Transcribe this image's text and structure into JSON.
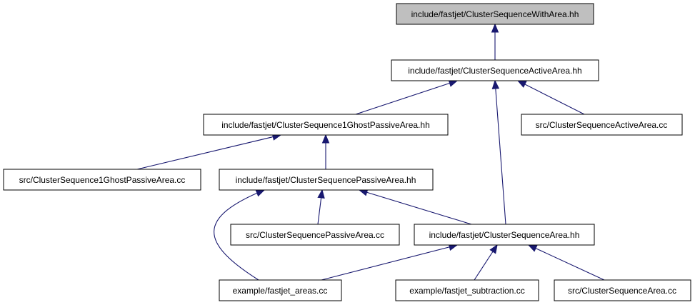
{
  "colors": {
    "edge": "#191970",
    "root_fill": "#bfbfbf",
    "node_fill": "#ffffff",
    "border": "#000000"
  },
  "nodes": [
    {
      "id": "with_area",
      "label": "include/fastjet/ClusterSequenceWithArea.hh",
      "highlighted": true
    },
    {
      "id": "active_area_hh",
      "label": "include/fastjet/ClusterSequenceActiveArea.hh"
    },
    {
      "id": "ghost_passive_hh",
      "label": "include/fastjet/ClusterSequence1GhostPassiveArea.hh"
    },
    {
      "id": "active_area_cc",
      "label": "src/ClusterSequenceActiveArea.cc"
    },
    {
      "id": "ghost_passive_cc",
      "label": "src/ClusterSequence1GhostPassiveArea.cc"
    },
    {
      "id": "passive_hh",
      "label": "include/fastjet/ClusterSequencePassiveArea.hh"
    },
    {
      "id": "passive_cc",
      "label": "src/ClusterSequencePassiveArea.cc"
    },
    {
      "id": "area_hh",
      "label": "include/fastjet/ClusterSequenceArea.hh"
    },
    {
      "id": "fastjet_areas",
      "label": "example/fastjet_areas.cc"
    },
    {
      "id": "fastjet_subtraction",
      "label": "example/fastjet_subtraction.cc"
    },
    {
      "id": "area_cc",
      "label": "src/ClusterSequenceArea.cc"
    }
  ],
  "edges": [
    {
      "from": "active_area_hh",
      "to": "with_area"
    },
    {
      "from": "ghost_passive_hh",
      "to": "active_area_hh"
    },
    {
      "from": "area_hh",
      "to": "active_area_hh"
    },
    {
      "from": "active_area_cc",
      "to": "active_area_hh"
    },
    {
      "from": "ghost_passive_cc",
      "to": "ghost_passive_hh"
    },
    {
      "from": "passive_hh",
      "to": "ghost_passive_hh"
    },
    {
      "from": "fastjet_areas",
      "to": "passive_hh"
    },
    {
      "from": "passive_cc",
      "to": "passive_hh"
    },
    {
      "from": "area_hh",
      "to": "passive_hh"
    },
    {
      "from": "fastjet_areas",
      "to": "area_hh"
    },
    {
      "from": "fastjet_subtraction",
      "to": "area_hh"
    },
    {
      "from": "area_cc",
      "to": "area_hh"
    }
  ]
}
